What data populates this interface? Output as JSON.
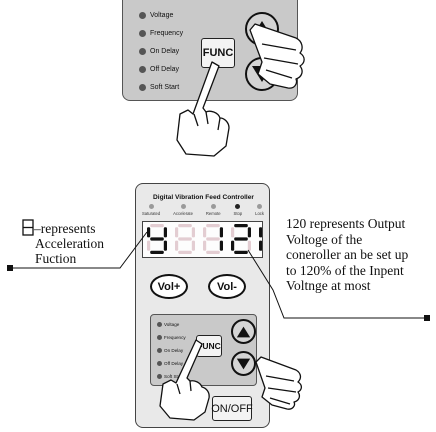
{
  "top_panel": {
    "indicators": [
      "Voltage",
      "Frequency",
      "On Delay",
      "Off Delay",
      "Soft Start"
    ],
    "func_label": "FUNC"
  },
  "controller": {
    "title": "Digital Vibration Feed Controller",
    "status_leds": [
      {
        "label": "Saturated",
        "lit": false
      },
      {
        "label": "Accelerate",
        "lit": false
      },
      {
        "label": "Remote",
        "lit": false
      },
      {
        "label": "Stop",
        "lit": true
      },
      {
        "label": "Lock",
        "lit": false
      }
    ],
    "display_value": "120",
    "vol_plus_label": "Vol+",
    "vol_minus_label": "Vol-",
    "inner_indicators": [
      "Voltage",
      "Frequency",
      "On Delay",
      "Off Delay",
      "Soft Start"
    ],
    "func_label": "FUNC",
    "onoff_label": "ON/OFF"
  },
  "annotations": {
    "left_lines": [
      "–represents",
      "Acceleration",
      "Fuction"
    ],
    "right_lines": [
      "120 represents Output",
      "Voltoge of the",
      "coneroller an be set up",
      "to 120% of the Inpent",
      "Voltnge at most"
    ]
  },
  "colors": {
    "panel_gray": "#c9c9c9",
    "controller_face": "#e9e9e9",
    "digit_on": "#111111",
    "digit_off": "#e3cdd2"
  },
  "icons": [
    "up-arrow-icon",
    "down-arrow-icon",
    "pointing-hand-icon",
    "seven-segment-digit-icon"
  ]
}
